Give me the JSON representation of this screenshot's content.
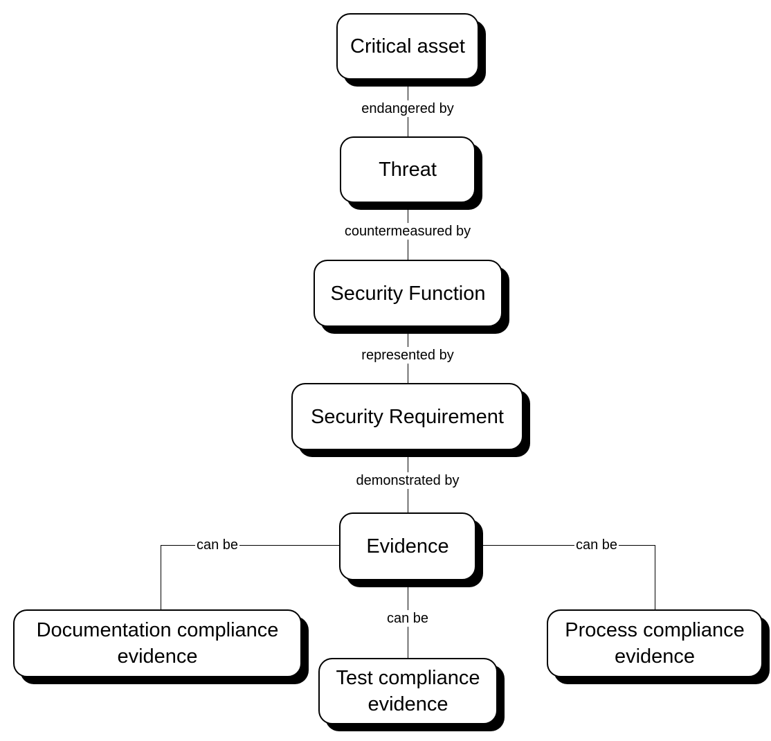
{
  "nodes": {
    "critical_asset": "Critical asset",
    "threat": "Threat",
    "security_function": "Security Function",
    "security_requirement": "Security Requirement",
    "evidence": "Evidence",
    "documentation": [
      "Documentation compliance",
      "evidence"
    ],
    "test": [
      "Test compliance",
      "evidence"
    ],
    "process": [
      "Process compliance",
      "evidence"
    ]
  },
  "edges": {
    "asset_threat": "endangered by",
    "threat_function": "countermeasured by",
    "function_requirement": "represented by",
    "requirement_evidence": "demonstrated by",
    "evidence_documentation": "can be",
    "evidence_test": "can be",
    "evidence_process": "can be"
  }
}
